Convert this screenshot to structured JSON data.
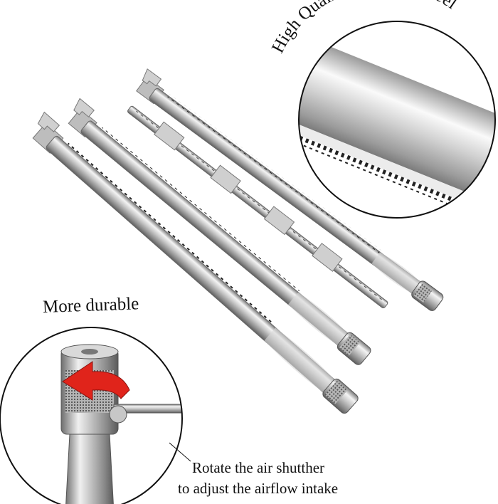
{
  "callouts": {
    "top_right": "High Quality Stainless Steel",
    "bottom_left": "More durable",
    "shutter_line_1": "Rotate the air shutther",
    "shutter_line_2": "to adjust the airflow intake"
  },
  "colors": {
    "steel_light": "#f2f2f2",
    "steel_mid": "#b9b9b9",
    "steel_dark": "#6b6b6b",
    "arrow_red": "#e0241b",
    "outline": "#111111"
  }
}
